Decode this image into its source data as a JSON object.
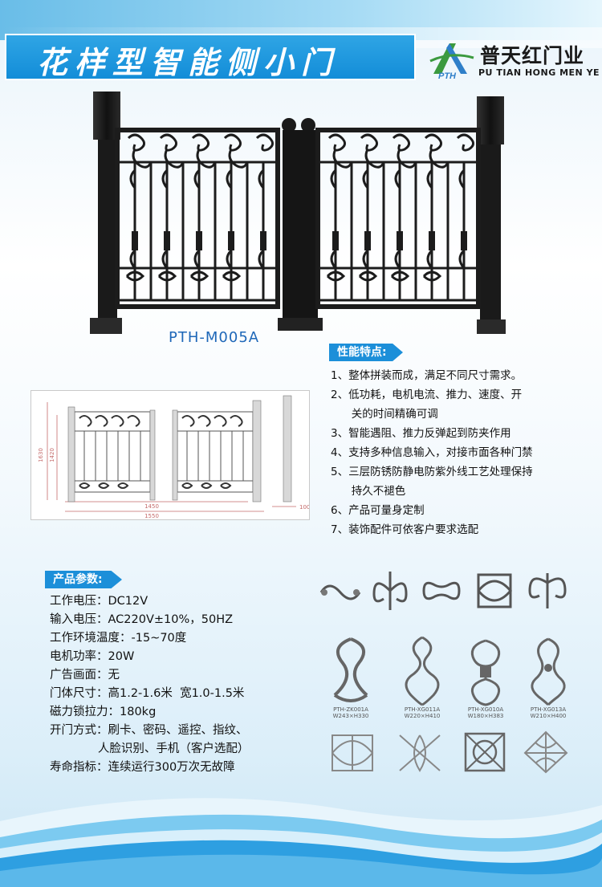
{
  "header": {
    "title": "花样型智能侧小门",
    "brand_name": "普天红门业",
    "brand_sub": "PU TIAN HONG MEN YE",
    "logo_text": "PTH"
  },
  "product": {
    "model": "PTH-M005A"
  },
  "features": {
    "tag": "性能特点:",
    "items": [
      "1、整体拼装而成，满足不同尺寸需求。",
      "2、低功耗，电机电流、推力、速度、开",
      "      关的时间精确可调",
      "3、智能遇阻、推力反弹起到防夹作用",
      "4、支持多种信息输入，对接市面各种门禁",
      "5、三层防锈防静电防紫外线工艺处理保持",
      "      持久不褪色",
      "6、产品可量身定制",
      "7、装饰配件可依客户要求选配"
    ]
  },
  "drawing": {
    "dim_height_outer": "1630",
    "dim_height_inner": "1420",
    "dim_width_inner": "1450",
    "dim_width_outer": "1550",
    "dim_post": "100"
  },
  "params": {
    "tag": "产品参数:",
    "rows": [
      {
        "k": "工作电压：",
        "v": "DC12V"
      },
      {
        "k": "输入电压：",
        "v": "AC220V±10%，50HZ"
      },
      {
        "k": "工作环境温度：",
        "v": "-15~70度"
      },
      {
        "k": "电机功率：",
        "v": "20W"
      },
      {
        "k": "广告画面：",
        "v": "无"
      },
      {
        "k": "门体尺寸：",
        "v": "高1.2-1.6米  宽1.0-1.5米"
      },
      {
        "k": "磁力锁拉力：",
        "v": "180kg"
      },
      {
        "k": "开门方式：",
        "v": "刷卡、密码、遥控、指纹、"
      },
      {
        "k": "",
        "v": "             人脸识别、手机（客户选配）"
      },
      {
        "k": "寿命指标：",
        "v": "连续运行300万次无故障"
      }
    ]
  },
  "ornaments": {
    "labels": [
      "PTH-ZK001A",
      "W243×H330",
      "PTH-XG011A",
      "W220×H410",
      "PTH-XG010A",
      "W180×H383",
      "PTH-XG013A",
      "W210×H400"
    ]
  },
  "colors": {
    "accent": "#1c8fd9",
    "title_bar": "#1e95de",
    "gate": "#1c1c1c",
    "model_text": "#1e67b8"
  }
}
